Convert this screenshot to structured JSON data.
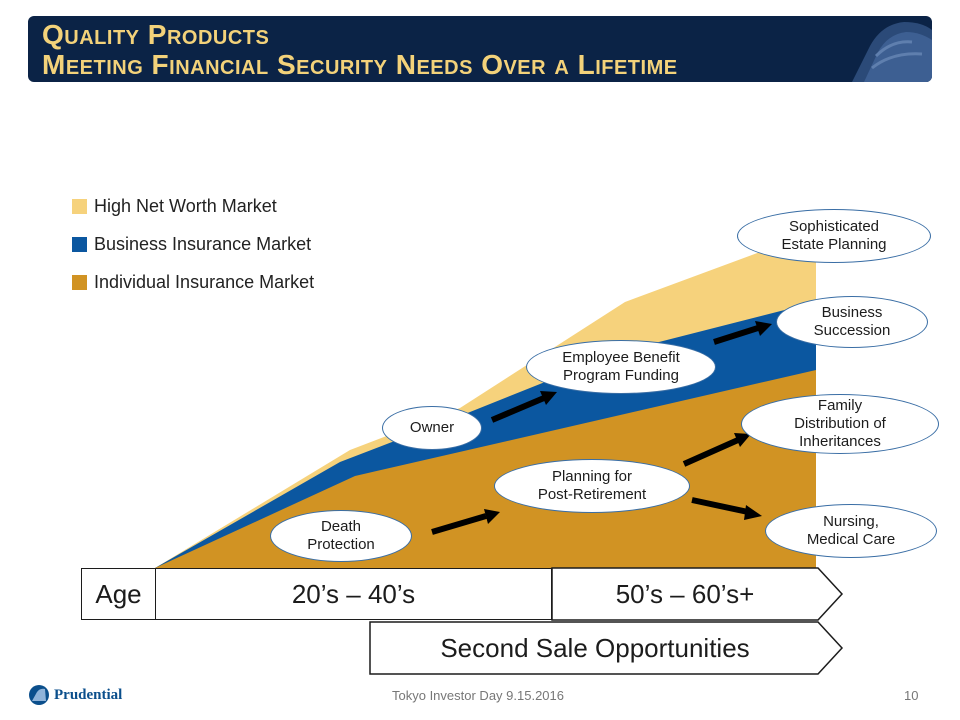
{
  "header": {
    "title_line1": "Quality Products",
    "title_line2": "Meeting Financial Security Needs Over a Lifetime",
    "logo_icon": "rock-of-gibraltar-icon"
  },
  "legend": [
    {
      "label": "High Net Worth Market",
      "color": "#f6d27c"
    },
    {
      "label": "Business Insurance Market",
      "color": "#0b57a0"
    },
    {
      "label": "Individual Insurance Market",
      "color": "#d19323"
    }
  ],
  "bubbles": {
    "sophisticated": "Sophisticated\nEstate Planning",
    "succession": "Business\nSuccession",
    "employee": "Employee Benefit\nProgram Funding",
    "owner": "Owner",
    "family": "Family\nDistribution of\nInheritances",
    "retirement": "Planning for\nPost-Retirement",
    "death": "Death\nProtection",
    "nursing": "Nursing,\nMedical Care"
  },
  "timeline": {
    "age_label": "Age",
    "early": "20’s – 40’s",
    "late": "50’s – 60’s+",
    "second_sale": "Second Sale Opportunities"
  },
  "footer": {
    "brand": "Prudential",
    "brand_icon": "prudential-rock-icon",
    "event": "Tokyo Investor Day 9.15.2016",
    "page": "10"
  },
  "colors": {
    "header_bg": "#0b2346",
    "title": "#f3d27a",
    "arrow": "#000000",
    "bubble_border": "#3a6ea5"
  }
}
